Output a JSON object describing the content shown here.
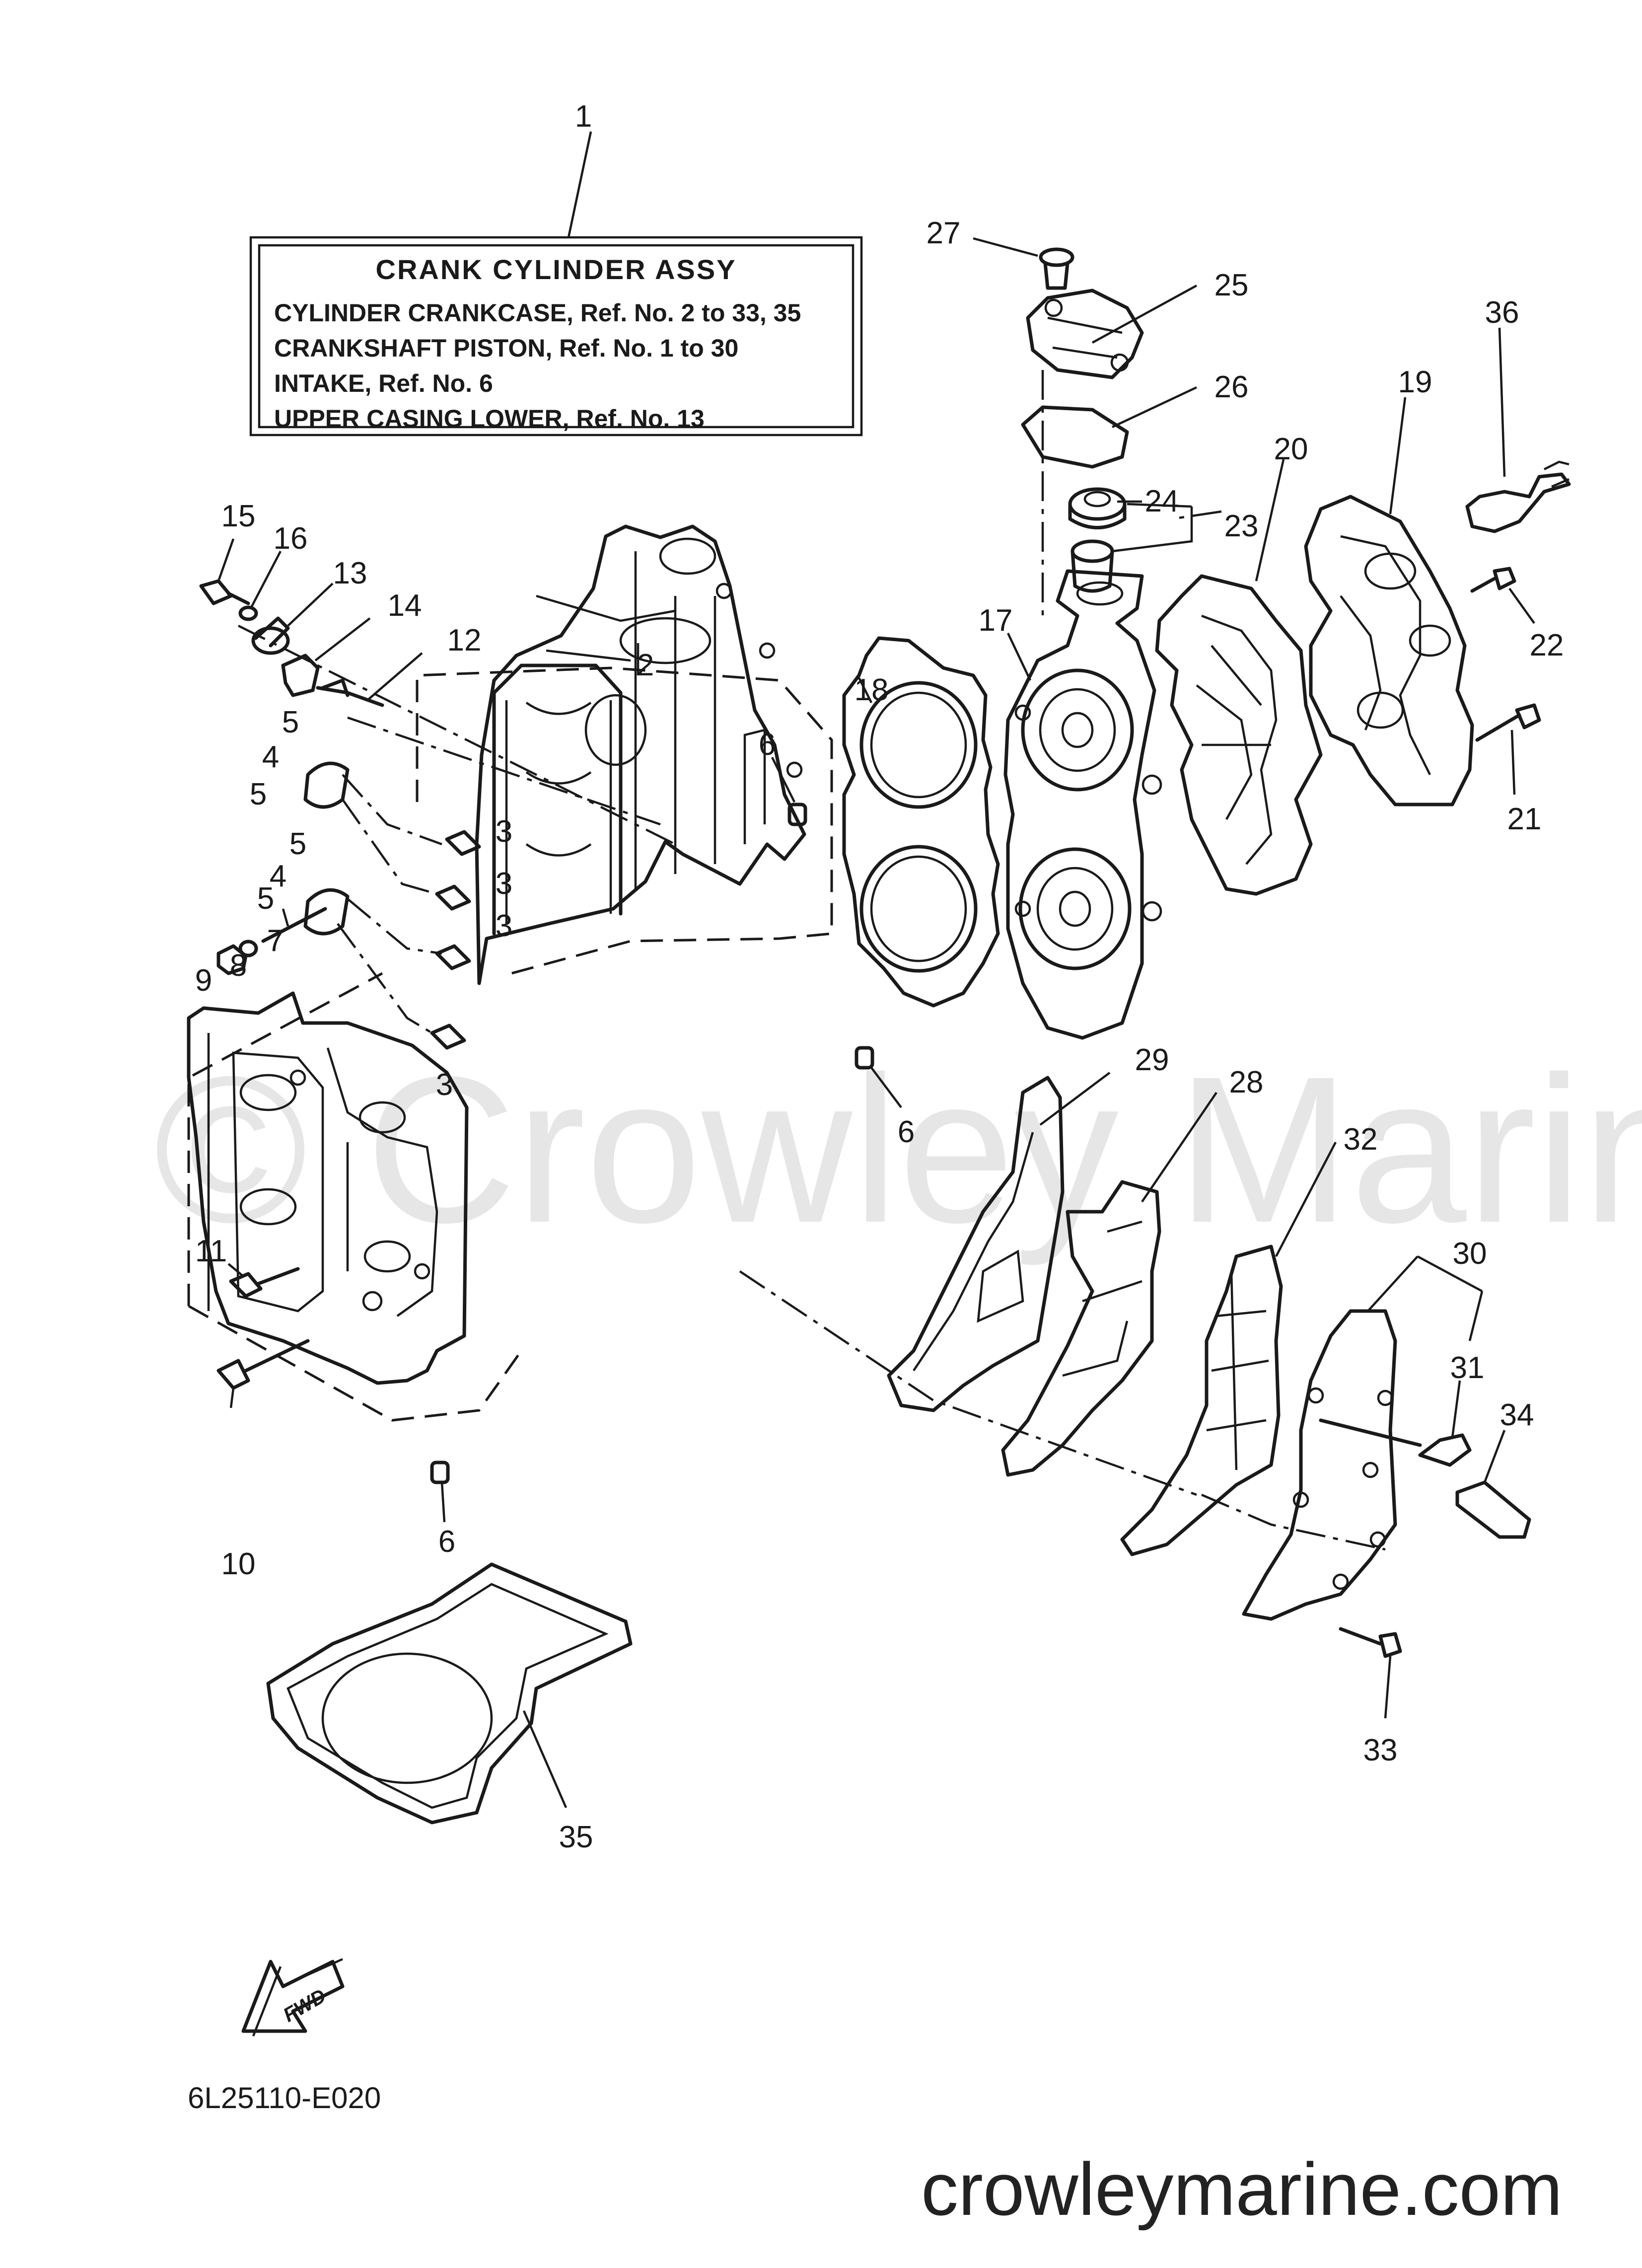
{
  "watermark": "© Crowley Marine",
  "info_box": {
    "title": "CRANK  CYLINDER ASSY",
    "lines": [
      "CYLINDER CRANKCASE, Ref. No. 2 to 33, 35",
      "CRANKSHAFT PISTON, Ref. No. 1 to 30",
      "INTAKE,  Ref. No. 6",
      "UPPER CASING LOWER,  Ref. No. 13"
    ]
  },
  "callouts": {
    "c1": "1",
    "c2": "2",
    "c3a": "3",
    "c3b": "3",
    "c3c": "3",
    "c3d": "3",
    "c4a": "4",
    "c4b": "4",
    "c5a": "5",
    "c5b": "5",
    "c5c": "5",
    "c5d": "5",
    "c6a": "6",
    "c6b": "6",
    "c6c": "6",
    "c7": "7",
    "c8": "8",
    "c9": "9",
    "c10": "10",
    "c11": "11",
    "c12": "12",
    "c13": "13",
    "c14": "14",
    "c15": "15",
    "c16": "16",
    "c17": "17",
    "c18": "18",
    "c19": "19",
    "c20": "20",
    "c21": "21",
    "c22": "22",
    "c23": "23",
    "c24": "24",
    "c25": "25",
    "c26": "26",
    "c27": "27",
    "c28": "28",
    "c29": "29",
    "c30": "30",
    "c31": "31",
    "c32": "32",
    "c33": "33",
    "c34": "34",
    "c35": "35",
    "c36": "36"
  },
  "fwd_label": "FWD",
  "drawing_code": "6L25110-E020",
  "website": "crowleymarine.com"
}
